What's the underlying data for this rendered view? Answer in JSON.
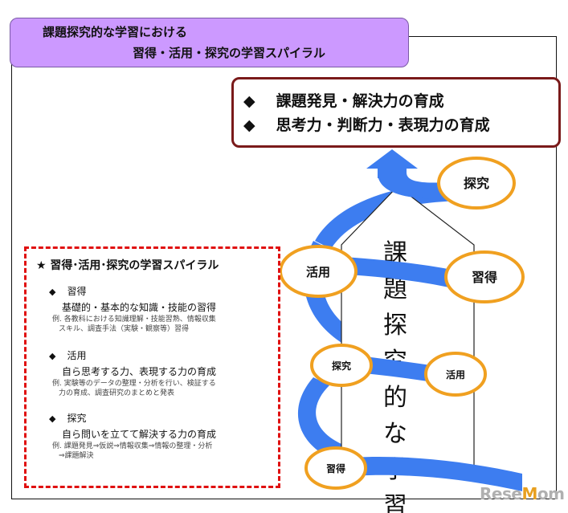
{
  "title": {
    "line1": "課題探究的な学習における",
    "line2": "習得・活用・探究の学習スパイラル"
  },
  "goals": [
    "課題発見・解決力の育成",
    "思考力・判断力・表現力の育成"
  ],
  "diamond": "◆",
  "building_label": [
    "課",
    "題",
    "探",
    "究",
    "的",
    "な",
    "学",
    "習"
  ],
  "bubbles": {
    "tankyu_top": "探究",
    "katsuyo_upper": "活用",
    "shutoku_upper": "習得",
    "tankyu_mid": "探究",
    "katsuyo_mid": "活用",
    "shutoku_low": "習得"
  },
  "legend": {
    "title": "★ 習得･活用･探究の学習スパイラル",
    "sections": [
      {
        "head": "習得",
        "desc": "基礎的・基本的な知識・技能の習得",
        "example": [
          "例. 各教科における知識理解・技能習熟、情報収集",
          "スキル、調査手法（実験・観察等）習得"
        ]
      },
      {
        "head": "活用",
        "desc": "自ら思考する力、表現する力の育成",
        "example": [
          "例. 実験等のデータの整理・分析を行い、検証する",
          "力の育成、調査研究のまとめと発表"
        ]
      },
      {
        "head": "探究",
        "desc": "自ら問いを立てて解決する力の育成",
        "example": [
          "例. 課題発見⇒仮説⇒情報収集⇒情報の整理・分析",
          "⇒課題解決"
        ]
      }
    ]
  },
  "brand": {
    "left": "Rese",
    "dot": "M",
    "right": "om"
  },
  "colors": {
    "spiral": "#3d7df0",
    "bubble_border": "#f0a020",
    "title_bg": "#cc99ff",
    "goal_border": "#7a1a1a",
    "legend_border": "#e01010"
  }
}
